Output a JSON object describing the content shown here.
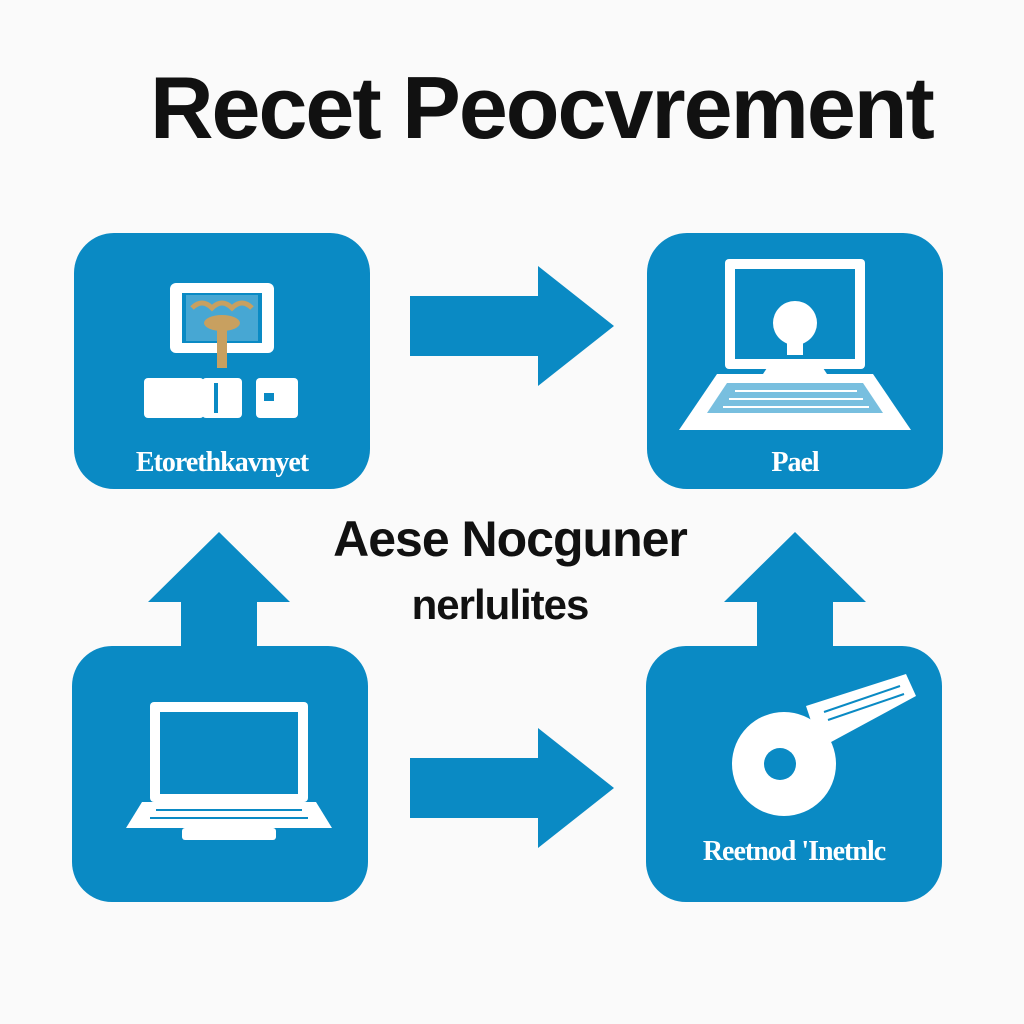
{
  "diagram": {
    "title": "Recet Peocvrement",
    "center_text_line1": "Aese Nocguner",
    "center_text_line2": "nerlulites",
    "boxes": {
      "top_left_label": "Etorethkavnyet",
      "top_right_label": "Pael",
      "bottom_left_label": "",
      "bottom_right_label": "Reetnod 'Inetnlc"
    }
  },
  "colors": {
    "box_blue": "#0a8ac4",
    "arrow_blue": "#0a8ac4",
    "title_text": "#111111",
    "background": "#fafafa",
    "icon_white": "#ffffff",
    "icon_accent": "#c8a060"
  },
  "icons": {
    "top_left": "network-device-icon",
    "top_right": "laptop-user-icon",
    "bottom_left": "laptop-icon",
    "bottom_right": "key-icon"
  }
}
